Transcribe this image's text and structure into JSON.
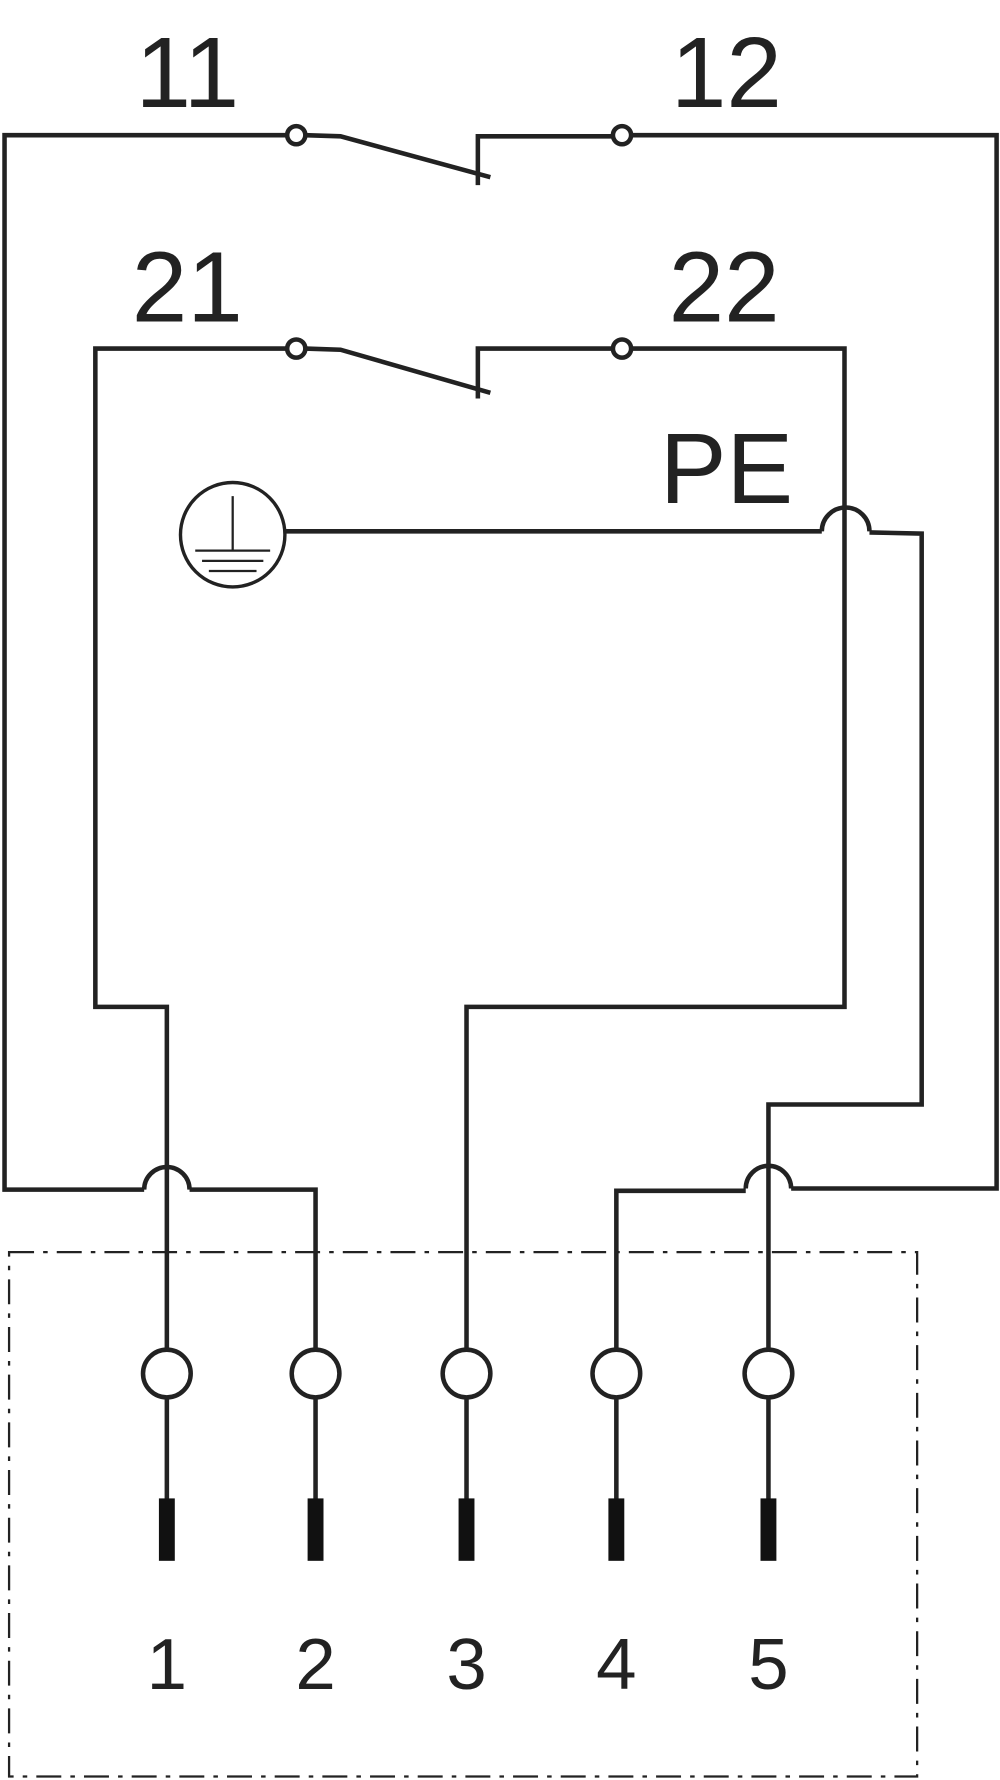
{
  "contacts": [
    {
      "from": "11",
      "to": "12"
    },
    {
      "from": "21",
      "to": "22"
    }
  ],
  "pe_label": "PE",
  "pins": [
    "1",
    "2",
    "3",
    "4",
    "5"
  ],
  "colors": {
    "line": "#222222",
    "background": "#ffffff"
  }
}
